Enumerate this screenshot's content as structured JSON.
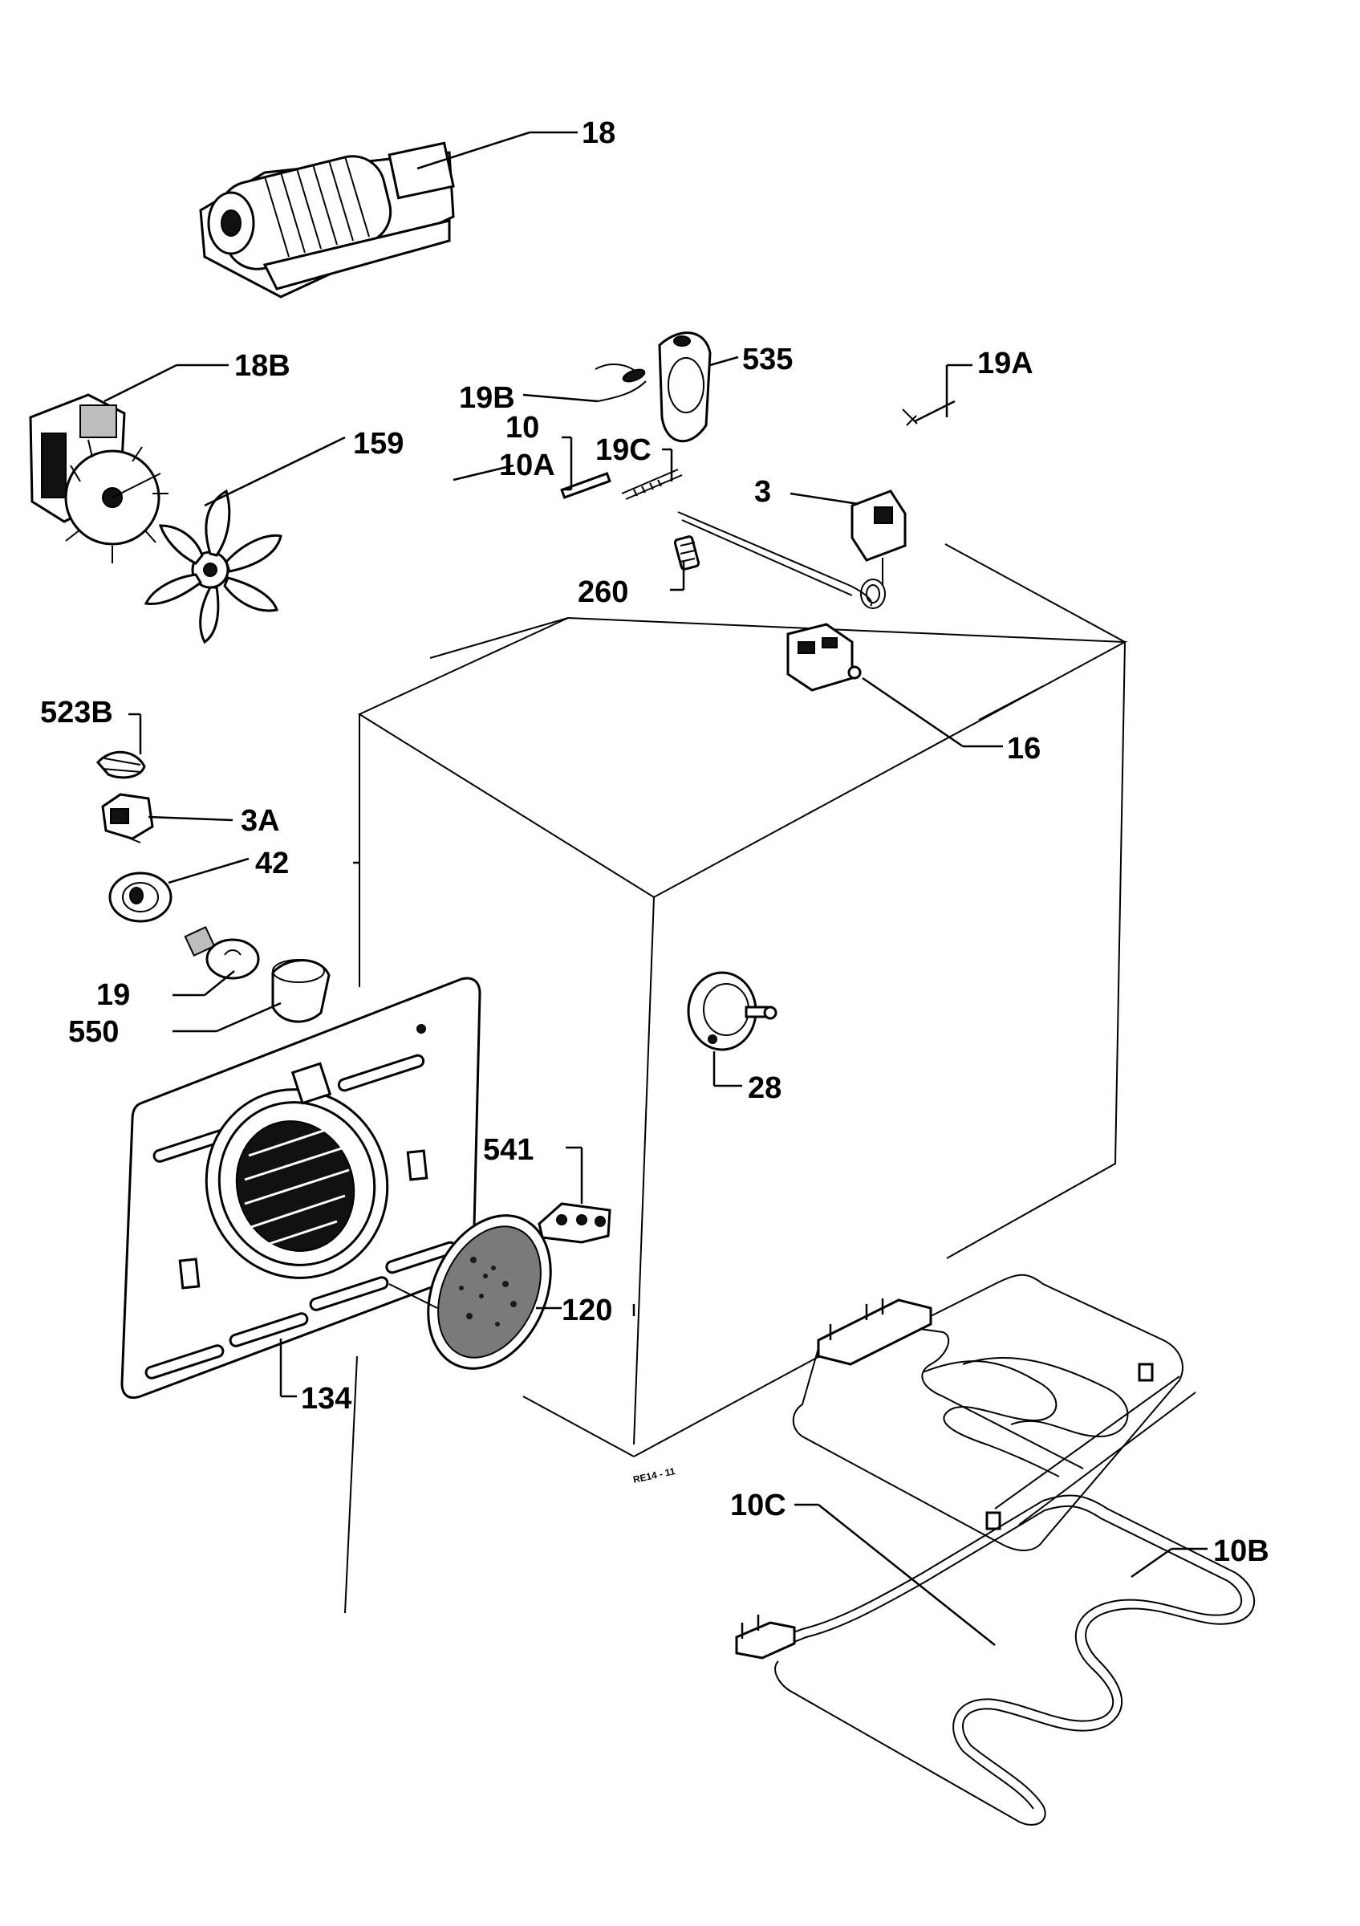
{
  "labels": {
    "p18": "18",
    "p18b": "18B",
    "p159": "159",
    "p535": "535",
    "p19b": "19B",
    "p10": "10",
    "p10a": "10A",
    "p19c": "19C",
    "p19a": "19A",
    "p3": "3",
    "p260": "260",
    "p16": "16",
    "p523b": "523B",
    "p3a": "3A",
    "p42": "42",
    "p19": "19",
    "p550": "550",
    "p28": "28",
    "p541": "541",
    "p120": "120",
    "p134": "134",
    "p10c": "10C",
    "p10b": "10B",
    "stamp": "RE14 - 11"
  }
}
